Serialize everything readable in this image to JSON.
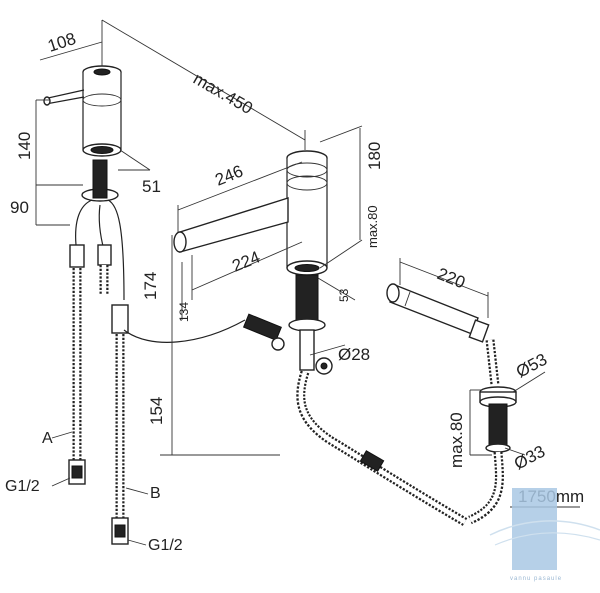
{
  "dimensions": {
    "top_width": "108",
    "max_length": "max.450",
    "height_140": "140",
    "offset_51": "51",
    "base_90": "90",
    "spout_246": "246",
    "spout_224": "224",
    "height_180": "180",
    "max_80_top": "max.80",
    "height_174": "174",
    "dim_134": "134",
    "dim_53_small": "53",
    "dia_28": "Ø28",
    "height_154": "154",
    "shower_220": "220",
    "dia_53": "Ø53",
    "max_80_base": "max.80",
    "dia_33": "Ø33",
    "hose_length": "1750mm"
  },
  "labels": {
    "hose_a": "A",
    "hose_b": "B",
    "thread_a": "G1/2",
    "thread_b": "G1/2"
  },
  "watermark": {
    "text": "vannu pasaule"
  },
  "colors": {
    "line": "#222222",
    "watermark": "#a9c8e4"
  }
}
